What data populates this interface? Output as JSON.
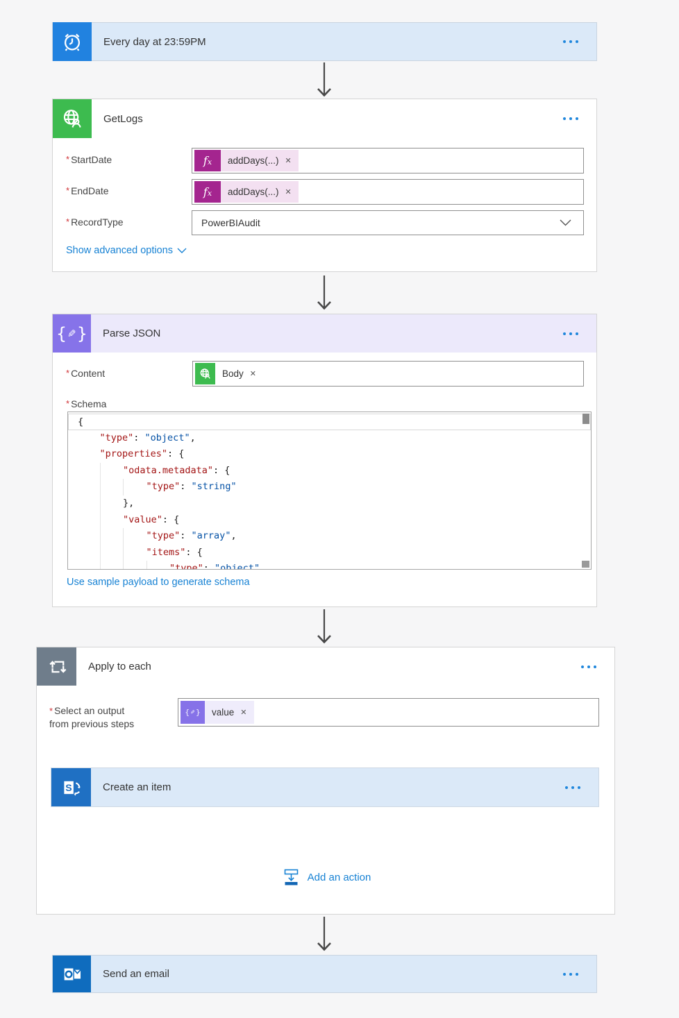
{
  "colors": {
    "page_bg": "#f6f6f7",
    "card_header_blue": "#dbe9f8",
    "trigger_icon_blue": "#2182e0",
    "connector_green": "#3dbb4f",
    "parse_json_purple": "#8673e9",
    "parse_json_header": "#ece9fb",
    "expression_magenta": "#a4258f",
    "expression_pink": "#f3e0f1",
    "value_token_lavender": "#efecfb",
    "loop_gray": "#6f7d8b",
    "sharepoint_blue": "#1f70c3",
    "outlook_blue": "#0f6cbe",
    "link_blue": "#1782d4",
    "json_key_color": "#a31515",
    "json_value_color": "#0451a5"
  },
  "ui": {
    "required_marker": "*"
  },
  "icons": {
    "trigger": "alarm-clock",
    "getlogs": "globe-user",
    "parse_json": "braces-pencil",
    "apply_to_each": "loop-arrows",
    "create_item": "sharepoint-logo",
    "send_email": "outlook-logo",
    "expression": "fx",
    "menu": "ellipsis-dots"
  },
  "trigger": {
    "title": "Every day at 23:59PM"
  },
  "getlogs": {
    "title": "GetLogs",
    "fields": {
      "startdate": {
        "label": "StartDate",
        "token": "addDays(...)"
      },
      "enddate": {
        "label": "EndDate",
        "token": "addDays(...)"
      },
      "recordtype": {
        "label": "RecordType",
        "value": "PowerBIAudit"
      }
    },
    "advanced_link": "Show advanced options"
  },
  "parse_json": {
    "title": "Parse JSON",
    "content_label": "Content",
    "content_token": "Body",
    "schema_label": "Schema",
    "schema_lines": [
      "{",
      "    \"type\": \"object\",",
      "    \"properties\": {",
      "        \"odata.metadata\": {",
      "            \"type\": \"string\"",
      "        },",
      "        \"value\": {",
      "            \"type\": \"array\",",
      "            \"items\": {",
      "                \"type\": \"object\""
    ],
    "sample_link": "Use sample payload to generate schema"
  },
  "apply_to_each": {
    "title": "Apply to each",
    "select_label_line1": "Select an output",
    "select_label_line2": "from previous steps",
    "token": "value",
    "create_item": {
      "title": "Create an item"
    },
    "add_action_label": "Add an action"
  },
  "send_email": {
    "title": "Send an email"
  }
}
